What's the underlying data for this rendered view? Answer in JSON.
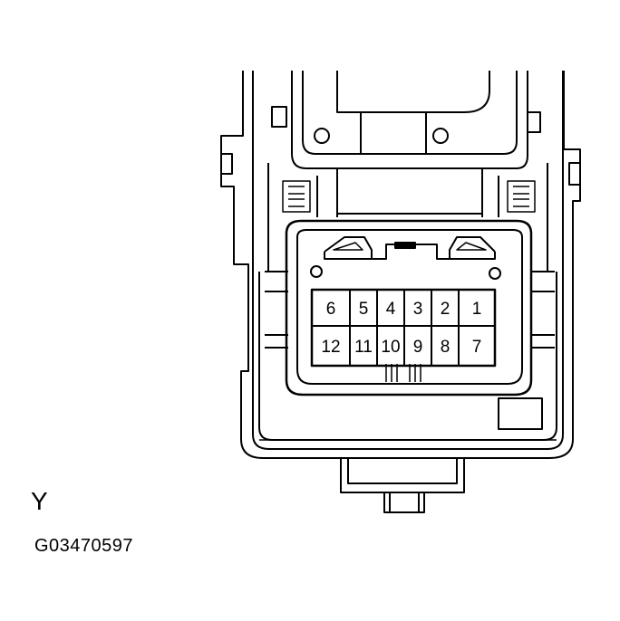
{
  "connector_id": "Y",
  "figure_code": "G03470597",
  "pins_top_row": [
    "6",
    "5",
    "4",
    "3",
    "2",
    "1"
  ],
  "pins_bottom_row": [
    "12",
    "11",
    "10",
    "9",
    "8",
    "7"
  ]
}
